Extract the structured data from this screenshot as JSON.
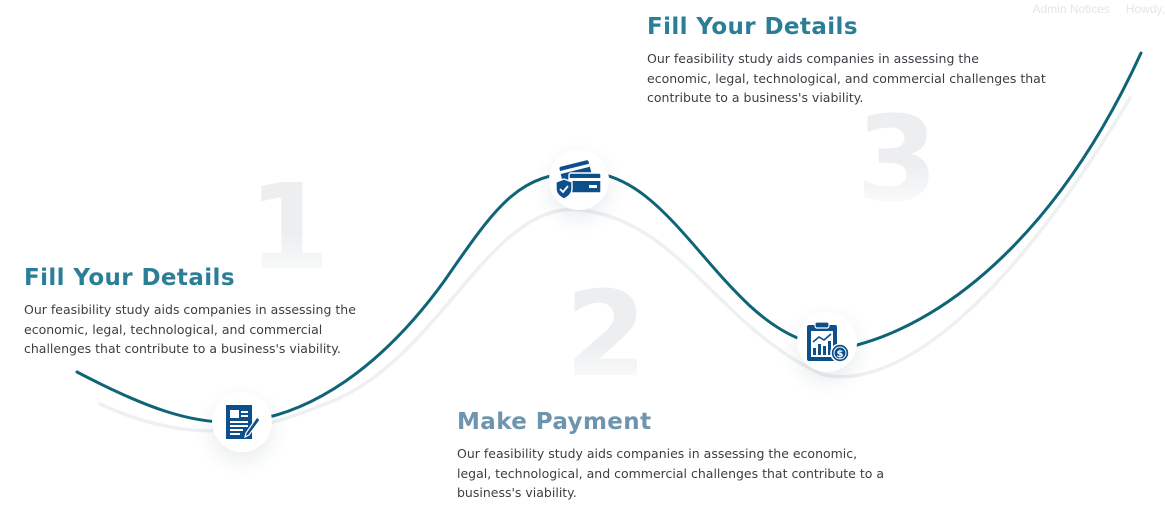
{
  "admin_bar": {
    "notices_label": "Admin Notices",
    "howdy_label": "Howdy, "
  },
  "background_numbers": [
    "1",
    "2",
    "3"
  ],
  "steps": [
    {
      "title": "Fill Your Details",
      "description": "Our feasibility study aids companies in assessing the economic, legal, technological, and commercial challenges that contribute to a business's viability.",
      "icon": "document-pen-icon"
    },
    {
      "title": "Make Payment",
      "description": "Our feasibility study aids companies in assessing the economic, legal, technological, and commercial challenges that contribute to a business's viability.",
      "icon": "credit-cards-shield-icon"
    },
    {
      "title": "Fill Your Details",
      "description": "Our feasibility study aids companies in assessing the economic, legal, technological, and commercial challenges that contribute to a business's viability.",
      "icon": "clipboard-chart-dollar-icon"
    }
  ],
  "colors": {
    "curve": "#0f6478",
    "curve_shadow": "#e9ecef",
    "icon": "#0d4f8b",
    "title_primary": "#2a7f96",
    "title_secondary": "#6e95ad",
    "text": "#3a3f45",
    "watermark": "#eceef0"
  }
}
